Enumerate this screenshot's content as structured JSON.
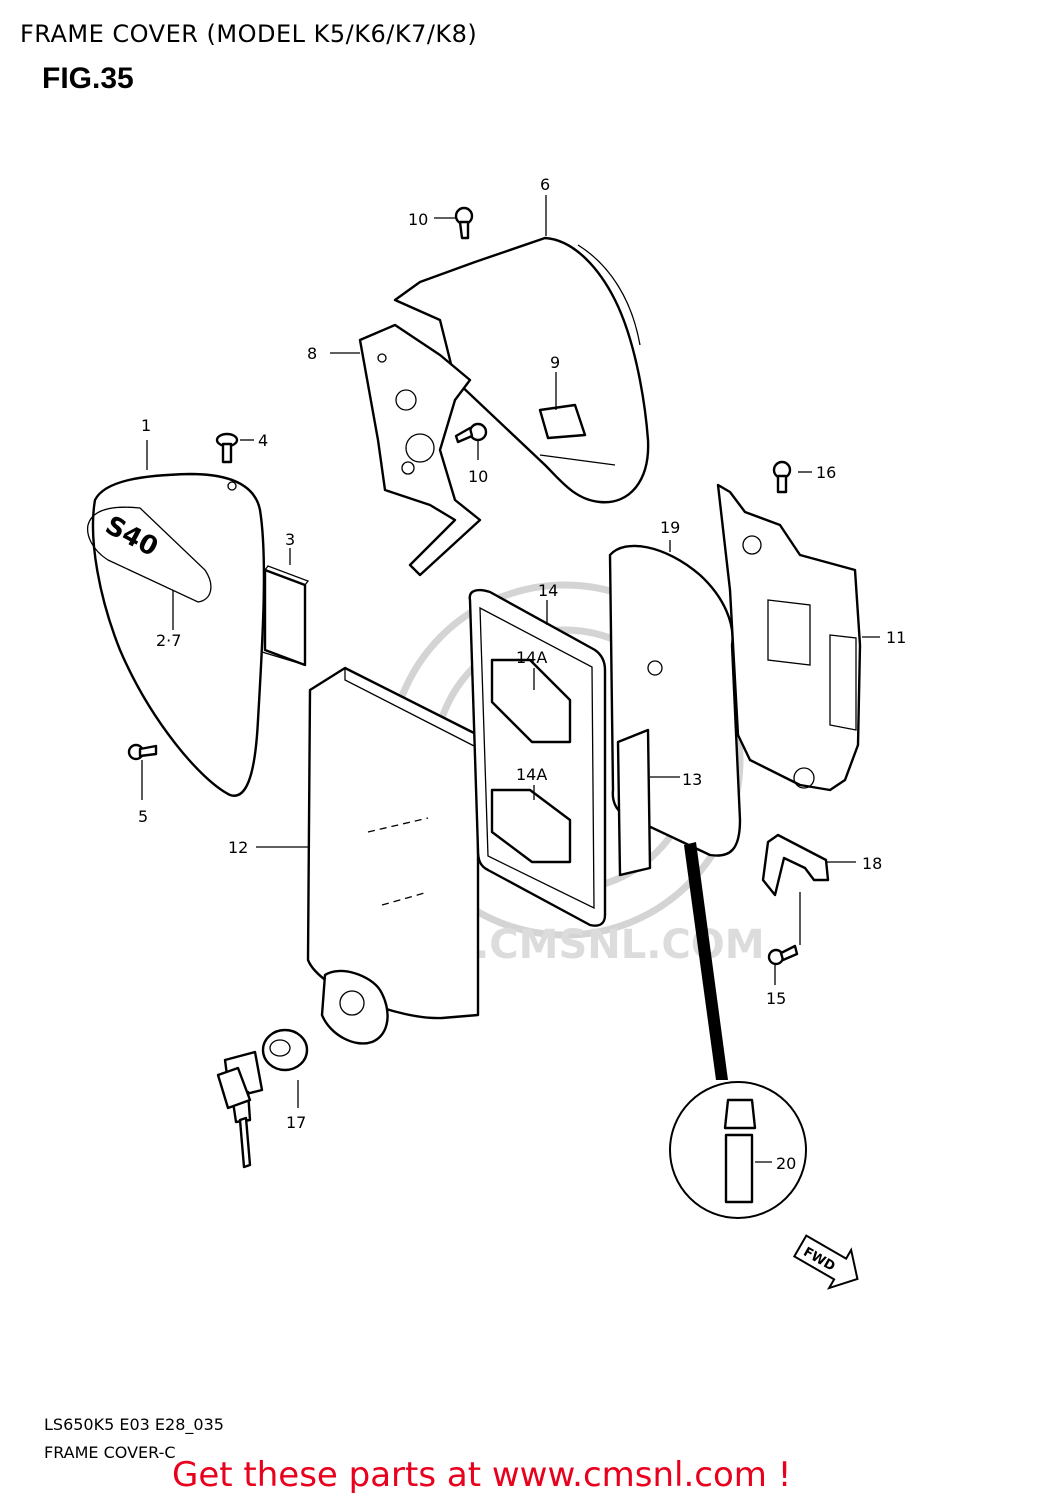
{
  "header": {
    "title": "FRAME COVER (MODEL K5/K6/K7/K8)",
    "figure": "FIG.35"
  },
  "watermark": {
    "text": "WWW.CMSNL.COM"
  },
  "callouts": {
    "c1": "1",
    "c2_7": "2·7",
    "c3": "3",
    "c4": "4",
    "c5": "5",
    "c6": "6",
    "c8": "8",
    "c9": "9",
    "c10a": "10",
    "c10b": "10",
    "c11": "11",
    "c12": "12",
    "c13": "13",
    "c14": "14",
    "c14a_top": "14A",
    "c14a_bottom": "14A",
    "c15": "15",
    "c16": "16",
    "c17": "17",
    "c18": "18",
    "c19": "19",
    "c20": "20"
  },
  "cover_emblem": "S40",
  "fwd_arrow": "FWD",
  "footer": {
    "code": "LS650K5 E03 E28_035",
    "name": "FRAME COVER-C",
    "promo": "Get these parts at www.cmsnl.com !"
  }
}
